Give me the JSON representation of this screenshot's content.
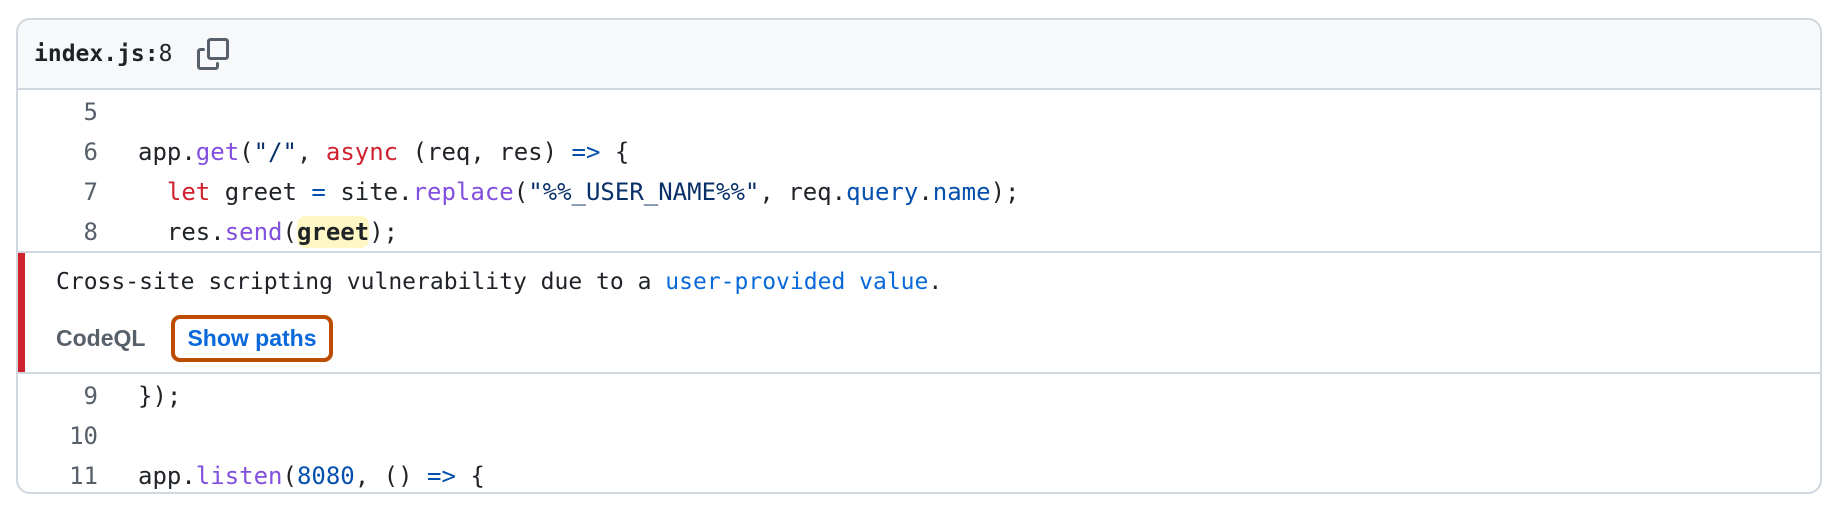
{
  "header": {
    "filename": "index.js",
    "separator": ":",
    "line_number": "8",
    "copy_icon": "copy-icon"
  },
  "code_before": [
    {
      "num": "5",
      "tokens": []
    },
    {
      "num": "6",
      "tokens": [
        {
          "t": "app.",
          "c": ""
        },
        {
          "t": "get",
          "c": "fn"
        },
        {
          "t": "(",
          "c": ""
        },
        {
          "t": "\"/\"",
          "c": "str"
        },
        {
          "t": ", ",
          "c": ""
        },
        {
          "t": "async",
          "c": "kw"
        },
        {
          "t": " (req, res) ",
          "c": ""
        },
        {
          "t": "=>",
          "c": "op"
        },
        {
          "t": " {",
          "c": ""
        }
      ]
    },
    {
      "num": "7",
      "tokens": [
        {
          "t": "  ",
          "c": ""
        },
        {
          "t": "let",
          "c": "kw"
        },
        {
          "t": " greet ",
          "c": ""
        },
        {
          "t": "=",
          "c": "op"
        },
        {
          "t": " site.",
          "c": ""
        },
        {
          "t": "replace",
          "c": "fn"
        },
        {
          "t": "(",
          "c": ""
        },
        {
          "t": "\"%%_USER_NAME%%\"",
          "c": "str"
        },
        {
          "t": ", req.",
          "c": ""
        },
        {
          "t": "query",
          "c": "prop"
        },
        {
          "t": ".",
          "c": ""
        },
        {
          "t": "name",
          "c": "prop"
        },
        {
          "t": ");",
          "c": ""
        }
      ]
    },
    {
      "num": "8",
      "tokens": [
        {
          "t": "  res.",
          "c": ""
        },
        {
          "t": "send",
          "c": "fn"
        },
        {
          "t": "(",
          "c": ""
        },
        {
          "t": "greet",
          "c": "hl"
        },
        {
          "t": ");",
          "c": ""
        }
      ]
    }
  ],
  "alert": {
    "message_prefix": "Cross-site scripting vulnerability due to a ",
    "message_link": "user-provided value",
    "message_suffix": ".",
    "tool": "CodeQL",
    "show_paths_label": "Show paths",
    "severity_color": "#cf222e",
    "focus_outline_color": "#bc4c00"
  },
  "code_after": [
    {
      "num": "9",
      "tokens": [
        {
          "t": "});",
          "c": ""
        }
      ]
    },
    {
      "num": "10",
      "tokens": []
    },
    {
      "num": "11",
      "tokens": [
        {
          "t": "app.",
          "c": ""
        },
        {
          "t": "listen",
          "c": "fn"
        },
        {
          "t": "(",
          "c": ""
        },
        {
          "t": "8080",
          "c": "num"
        },
        {
          "t": ", () ",
          "c": ""
        },
        {
          "t": "=>",
          "c": "op"
        },
        {
          "t": " {",
          "c": ""
        }
      ]
    }
  ]
}
